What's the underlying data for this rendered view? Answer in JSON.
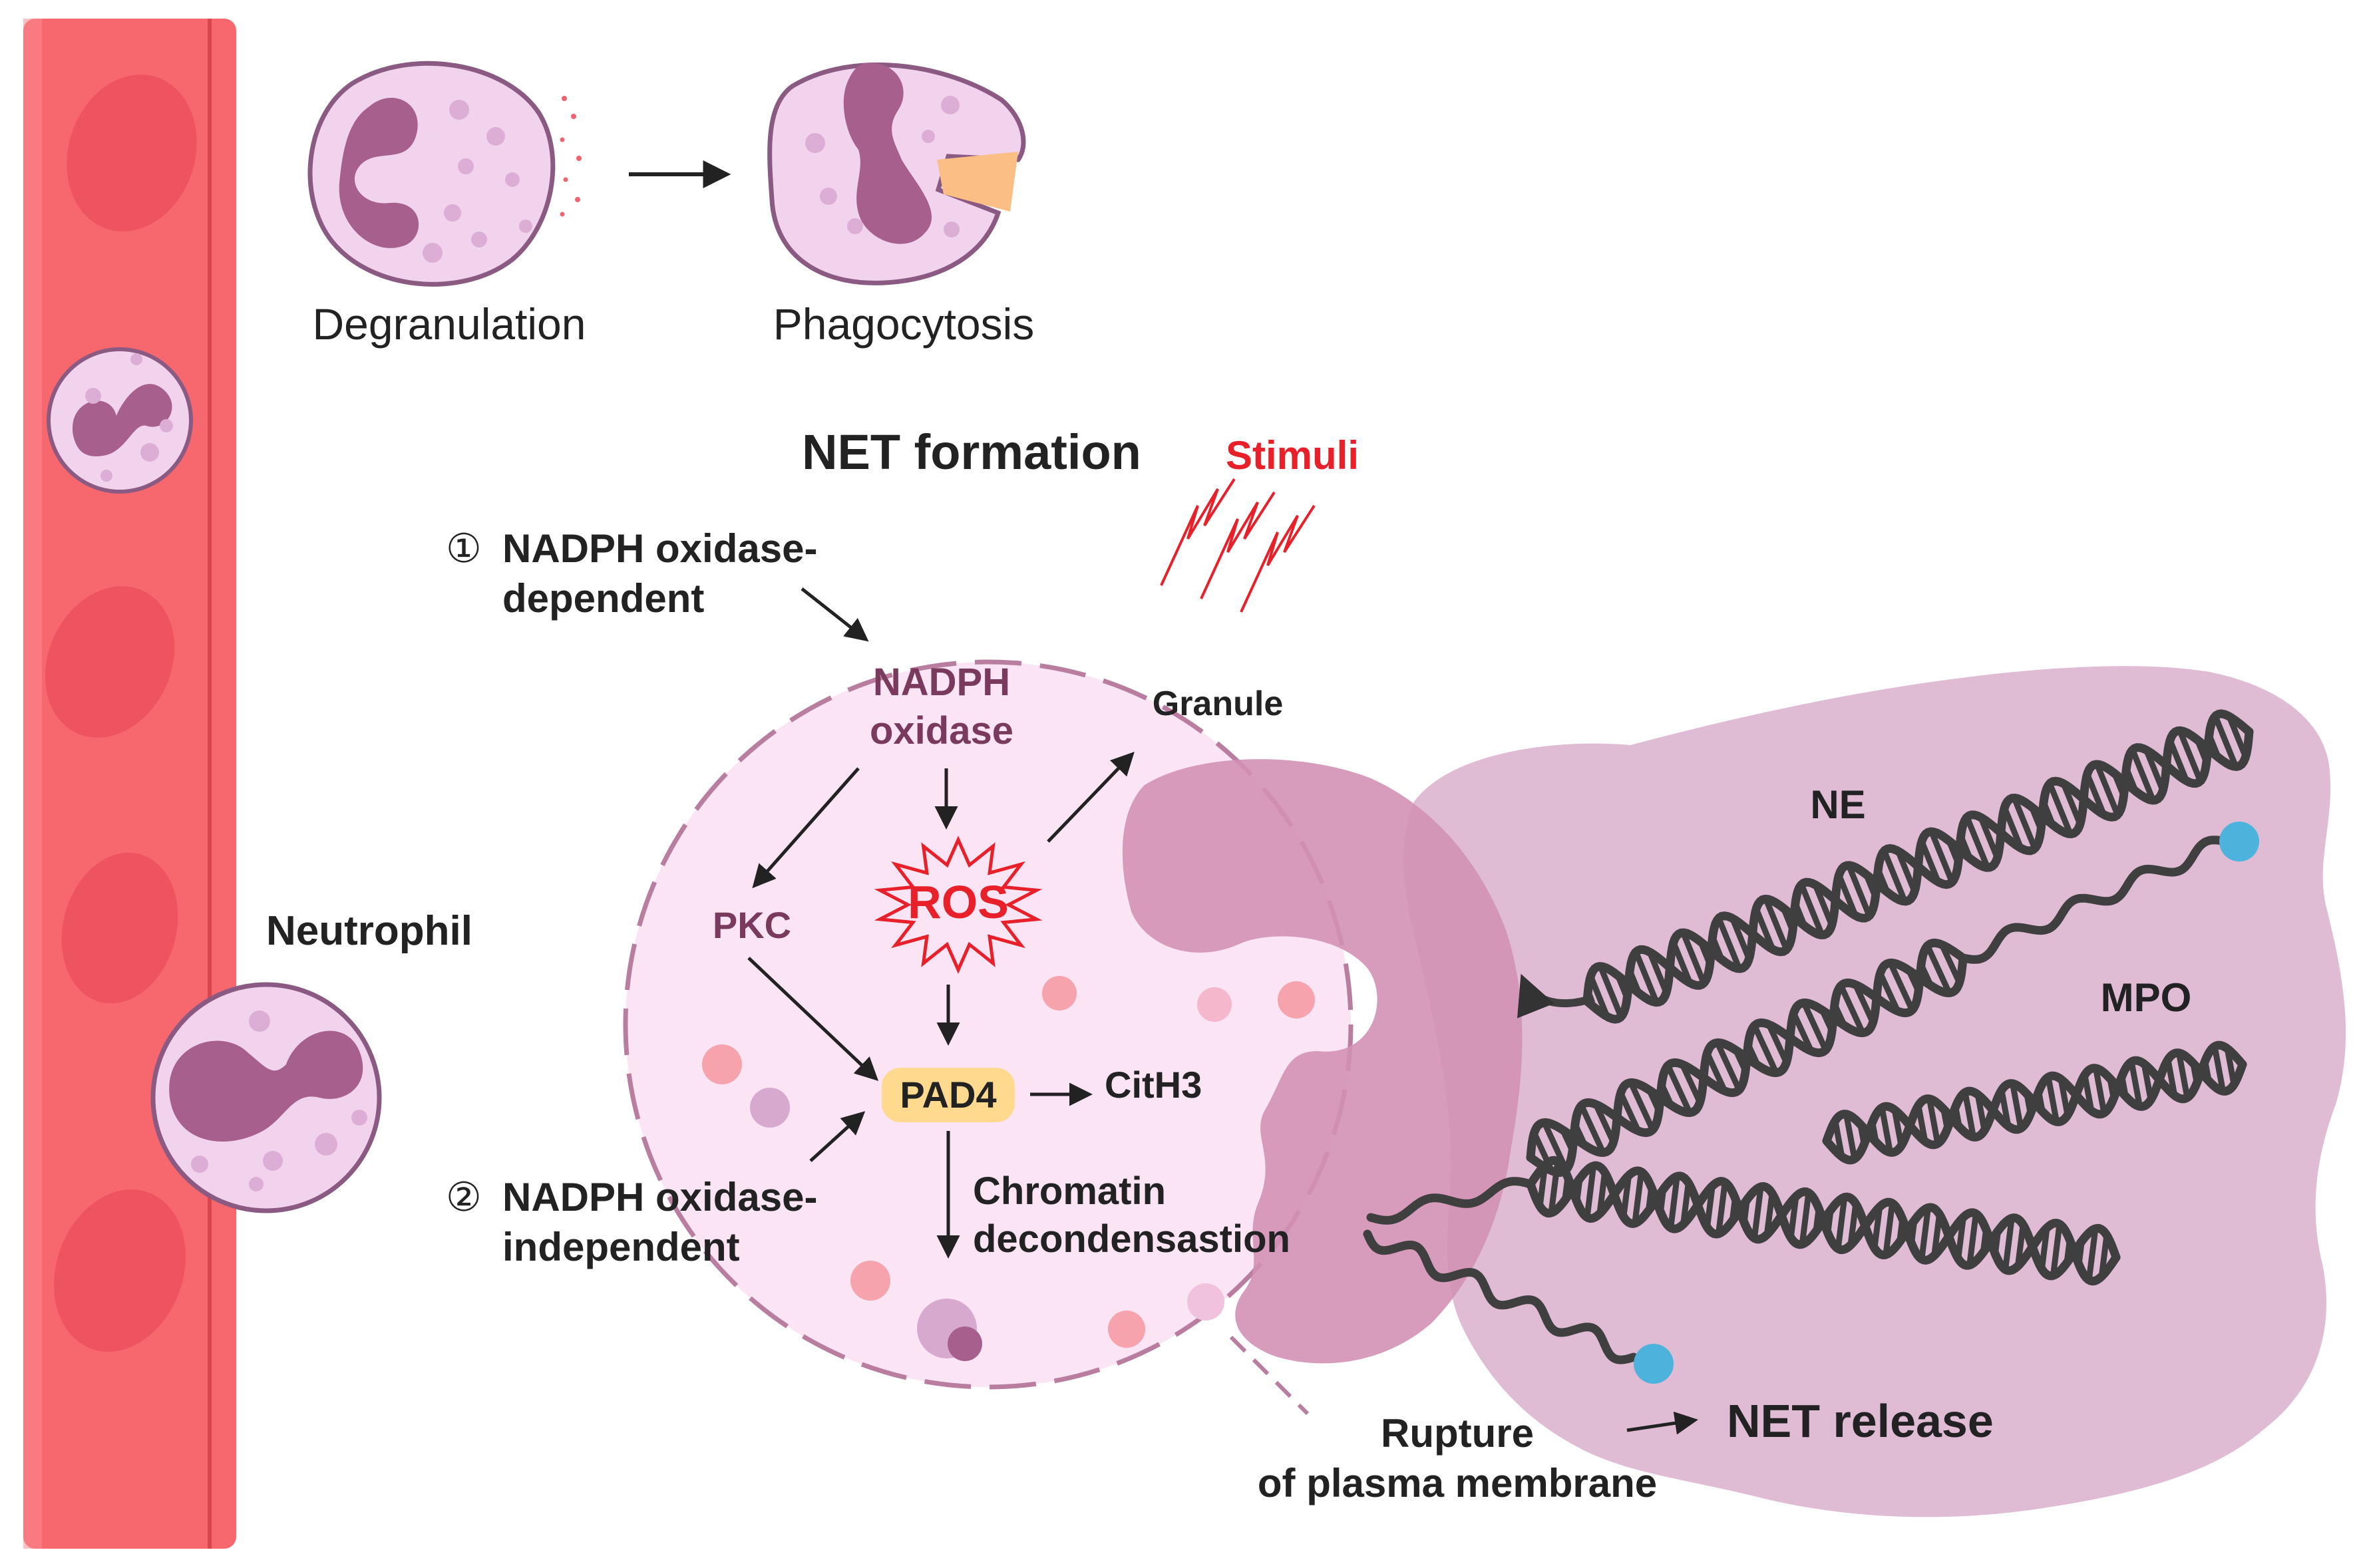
{
  "labels": {
    "degranulation": "Degranulation",
    "phagocytosis": "Phagocytosis",
    "net_formation": "NET formation",
    "stimuli": "Stimuli",
    "neutrophil": "Neutrophil",
    "pathway1_marker": "①",
    "pathway1_line1": "NADPH oxidase-",
    "pathway1_line2": "dependent",
    "pathway2_marker": "②",
    "pathway2_line1": "NADPH oxidase-",
    "pathway2_line2": "independent",
    "nadph_line1": "NADPH",
    "nadph_line2": "oxidase",
    "granule": "Granule",
    "pkc": "PKC",
    "ros": "ROS",
    "pad4": "PAD4",
    "cith3": "CitH3",
    "chromatin_line1": "Chromatin",
    "chromatin_line2": "decondensastion",
    "rupture_line1": "Rupture",
    "rupture_line2": "of plasma membrane",
    "net_release": "NET release",
    "ne": "NE",
    "mpo": "MPO"
  },
  "colors": {
    "vessel": "#f7676e",
    "vessel_edge": "#e14b55",
    "red_cell": "#ee5360",
    "cell_fill": "#f2d3ee",
    "cell_edge": "#8a5a82",
    "nucleus": "#a75f8d",
    "large_cell_fill": "#fbe4f4",
    "large_cell_edge": "#b97da0",
    "net_cloud": "#e0bcd4",
    "nucleus_blob": "#d391b4",
    "dna": "#3f3f3f",
    "mpo_dot": "#4db3dc",
    "ros": "#e8202a",
    "pad4_fill": "#ffd98e",
    "granule_pink": "#f7a3ad",
    "granule_lilac": "#d8a9cf",
    "arrow": "#222222",
    "stimuli": "#e8202a",
    "text": "#222222",
    "enzyme_text": "#7a3a5e"
  },
  "icons": {
    "arrow": "right-arrow-icon",
    "ros_burst": "starburst-icon",
    "stimuli": "lightning-zigzag-icon",
    "dna": "double-helix-icon"
  }
}
